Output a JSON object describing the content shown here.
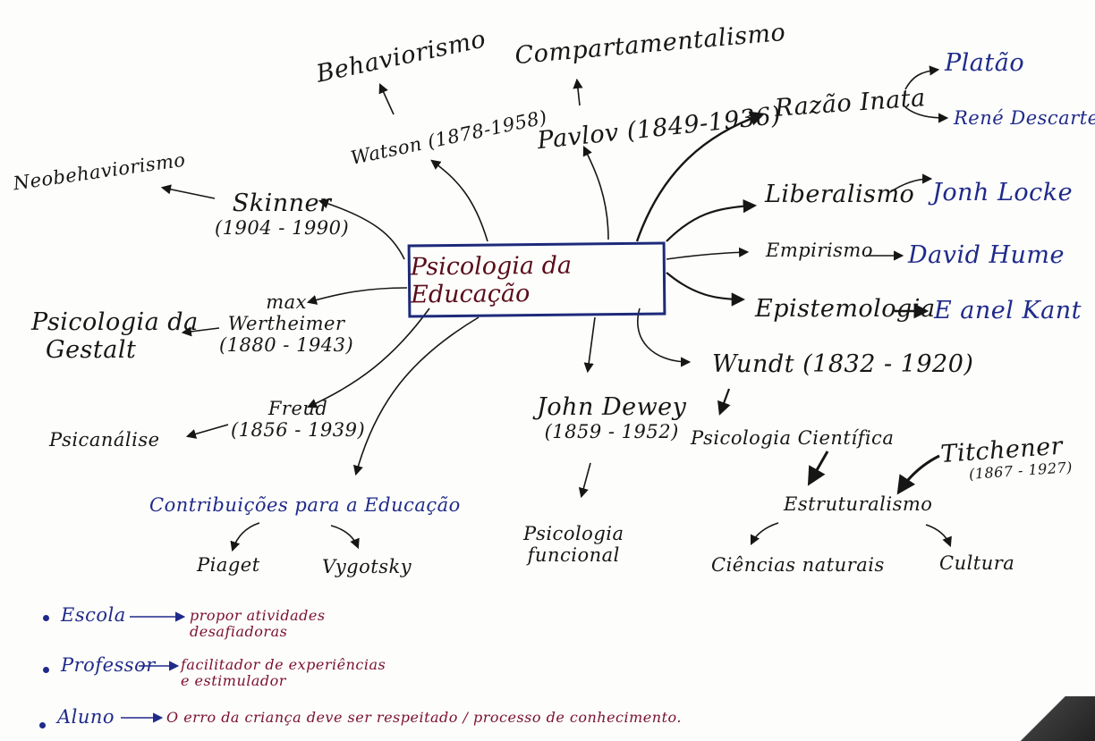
{
  "center": "Psicologia da Educação",
  "nodes": {
    "behaviorismo": "Behaviorismo",
    "compartamentalismo": "Compartamentalismo",
    "watson": "Watson (1878-1958)",
    "pavlov": "Pavlov (1849-1936)",
    "razao_inata": "Razão Inata",
    "platao": "Platão",
    "descartes": "René Descartes",
    "neobehaviorismo": "Neobehaviorismo",
    "skinner": "Skinner",
    "skinner_dates": "(1904 - 1990)",
    "liberalismo": "Liberalismo",
    "locke": "Jonh Locke",
    "empirismo": "Empirismo",
    "hume": "David Hume",
    "epistemologia": "Epistemologia",
    "kant": "E anel Kant",
    "wertheimer_1": "max",
    "wertheimer_2": "Wertheimer",
    "wertheimer_dates": "(1880 - 1943)",
    "gestalt_1": "Psicologia da",
    "gestalt_2": "Gestalt",
    "wundt": "Wundt (1832 - 1920)",
    "freud": "Freud",
    "freud_dates": "(1856 - 1939)",
    "psicanalise": "Psicanálise",
    "dewey": "John Dewey",
    "dewey_dates": "(1859 - 1952)",
    "psicologia_cientifica": "Psicologia Científica",
    "titchener": "Titchener",
    "titchener_dates": "(1867 - 1927)",
    "contribuicoes": "Contribuições para a Educação",
    "estruturalismo": "Estruturalismo",
    "piaget": "Piaget",
    "vygotsky": "Vygotsky",
    "funcional_1": "Psicologia",
    "funcional_2": "funcional",
    "ciencias_naturais": "Ciências naturais",
    "cultura": "Cultura"
  },
  "notes": [
    {
      "label": "Escola",
      "text": [
        "propor atividades",
        "desafiadoras"
      ]
    },
    {
      "label": "Professor",
      "text": [
        "facilitador de experiências",
        "e estimulador"
      ]
    },
    {
      "label": "Aluno",
      "text": [
        "O erro da criança deve ser respeitado / processo de conhecimento."
      ]
    }
  ],
  "colors": {
    "ink": "#161616",
    "blue_ink": "#1f2a8a",
    "red_ink": "#7a1030",
    "box_border": "#1d2a7a"
  }
}
